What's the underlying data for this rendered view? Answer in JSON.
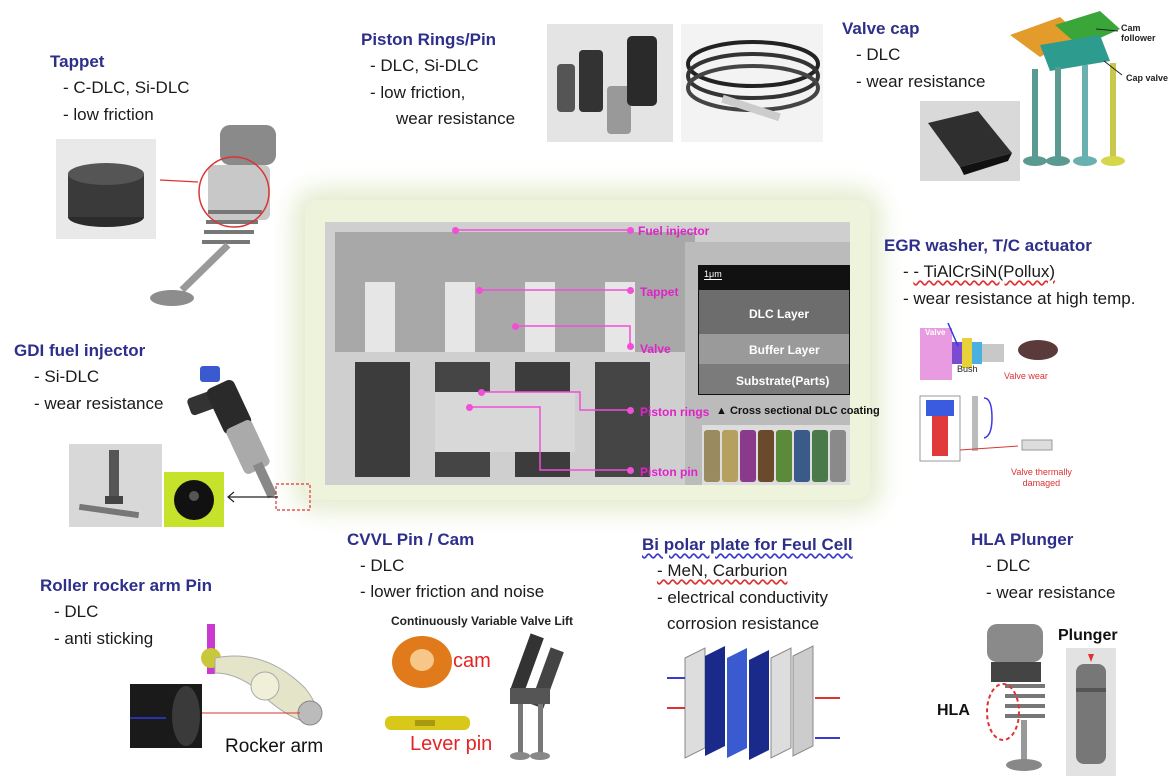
{
  "tappet": {
    "title": "Tappet",
    "items": [
      "- C-DLC, Si-DLC",
      "- low friction"
    ]
  },
  "piston_rings": {
    "title": "Piston Rings/Pin",
    "items": [
      "- DLC, Si-DLC",
      "- low friction,",
      "wear resistance"
    ]
  },
  "valve_cap": {
    "title": "Valve cap",
    "items": [
      "- DLC",
      "- wear resistance"
    ],
    "labels": {
      "cam_follower_1": "Cam",
      "cam_follower_2": "follower",
      "cap_valve": "Cap valve"
    }
  },
  "egr": {
    "title": "EGR washer, T/C actuator",
    "items": [
      "- TiAlCrSiN(Pollux)",
      "- wear resistance at high temp."
    ],
    "labels": {
      "valve": "Valve",
      "bush": "Bush",
      "valve_wear": "Valve wear",
      "thermal_1": "Valve thermally",
      "thermal_2": "damaged"
    }
  },
  "gdi": {
    "title": "GDI fuel injector",
    "items": [
      "- Si-DLC",
      "- wear resistance"
    ]
  },
  "engine": {
    "labels": {
      "fuel_injector": "Fuel injector",
      "tappet": "Tappet",
      "valve": "Valve",
      "piston_rings": "Piston rings",
      "piston_pin": "Piston pin"
    },
    "sem": {
      "scale": "1μm",
      "dlc": "DLC Layer",
      "buffer": "Buffer Layer",
      "substrate": "Substrate(Parts)"
    },
    "caption": "▲ Cross sectional DLC coating"
  },
  "cvvl": {
    "title": "CVVL Pin / Cam",
    "items": [
      "- DLC",
      "- lower friction and noise"
    ],
    "caption": "Continuously Variable Valve Lift",
    "cam": "cam",
    "lever_pin": "Lever pin"
  },
  "bipolar": {
    "title": "Bi polar plate for Feul Cell",
    "items": [
      "- MeN, Carburion",
      "- electrical conductivity",
      "corrosion resistance"
    ]
  },
  "hla": {
    "title": "HLA Plunger",
    "items": [
      "- DLC",
      "- wear resistance"
    ],
    "plunger": "Plunger",
    "hla": "HLA"
  },
  "roller": {
    "title": "Roller rocker arm Pin",
    "items": [
      "- DLC",
      "- anti sticking"
    ],
    "rocker_arm": "Rocker arm"
  }
}
